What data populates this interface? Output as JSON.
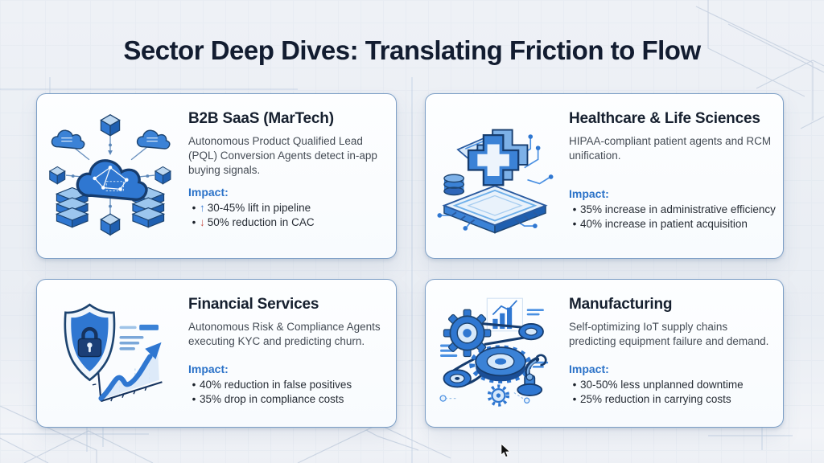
{
  "page": {
    "title": "Sector Deep Dives: Translating Friction to Flow",
    "bullet": "•",
    "colors": {
      "background": "#e9edf3",
      "card_background": "#fbfdff",
      "card_border": "#7d9fc6",
      "title_text": "#121c30",
      "body_text": "#454c55",
      "impact_accent": "#2b72c8",
      "arrow_up": "#3f7fd4",
      "arrow_down": "#c75149",
      "icon_primary_blue": "#2f77d1",
      "icon_dark_navy": "#163c6e",
      "blueprint_line": "#a9bed8"
    }
  },
  "cards": [
    {
      "icon": "cloud-network-icon",
      "title": "B2B SaaS (MarTech)",
      "description": "Autonomous Product Qualified Lead (PQL) Conversion Agents detect in-app buying signals.",
      "impact_label": "Impact:",
      "impacts": [
        {
          "arrow": "↑",
          "direction": "up",
          "text": "30-45% lift in pipeline"
        },
        {
          "arrow": "↓",
          "direction": "down",
          "text": "50% reduction in CAC"
        }
      ]
    },
    {
      "icon": "medical-cross-chip-icon",
      "title": "Healthcare & Life Sciences",
      "description": "HIPAA-compliant patient agents and RCM unification.",
      "impact_label": "Impact:",
      "impacts": [
        {
          "text": "35% increase in administrative efficiency"
        },
        {
          "text": "40% increase in patient acquisition"
        }
      ]
    },
    {
      "icon": "shield-lock-chart-icon",
      "title": "Financial Services",
      "description": "Autonomous Risk & Compliance Agents executing KYC and predicting churn.",
      "impact_label": "Impact:",
      "impacts": [
        {
          "text": "40% reduction in false positives"
        },
        {
          "text": "35% drop in compliance costs"
        }
      ]
    },
    {
      "icon": "gears-robotic-arm-icon",
      "title": "Manufacturing",
      "description": "Self-optimizing IoT supply chains predicting equipment failure and demand.",
      "impact_label": "Impact:",
      "impacts": [
        {
          "text": "30-50% less unplanned downtime"
        },
        {
          "text": "25% reduction in carrying costs"
        }
      ]
    }
  ]
}
